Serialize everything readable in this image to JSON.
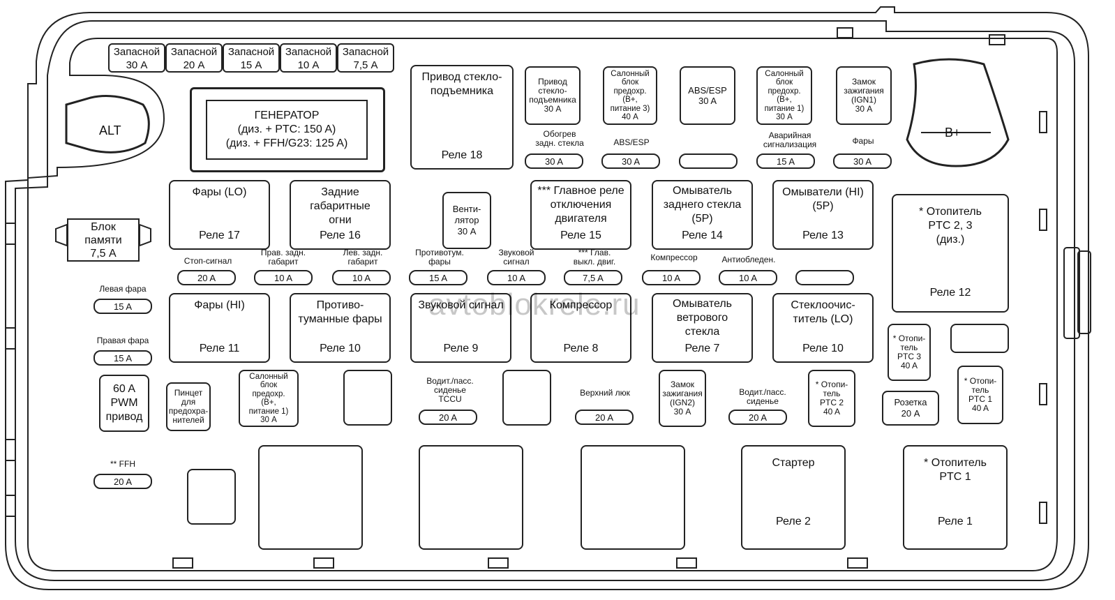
{
  "watermark": "avtoblokrele.ru",
  "terminals": {
    "alt": "ALT",
    "bplus": "B+"
  },
  "spares": [
    {
      "name": "Запасной",
      "amp": "30 A"
    },
    {
      "name": "Запасной",
      "amp": "20 A"
    },
    {
      "name": "Запасной",
      "amp": "15 A"
    },
    {
      "name": "Запасной",
      "amp": "10 A"
    },
    {
      "name": "Запасной",
      "amp": "7,5 A"
    }
  ],
  "generator": "ГЕНЕРАТОР\n(диз. + PTC: 150 A)\n(диз. + FFH/G23: 125 A)",
  "memory_block": "Блок\nпамяти\n7,5 A",
  "relays": {
    "r18": {
      "title": "Привод стекло-\nподъемника",
      "num": "Реле 18"
    },
    "r17": {
      "title": "Фары (LO)",
      "num": "Реле 17"
    },
    "r16": {
      "title": "Задние\nгабаритные\nогни",
      "num": "Реле 16"
    },
    "r15": {
      "title": "*** Главное реле\nотключения\nдвигателя",
      "num": "Реле 15"
    },
    "r14": {
      "title": "Омыватель\nзаднего стекла\n(5P)",
      "num": "Реле 14"
    },
    "r13": {
      "title": "Омыватели (HI)\n(5P)",
      "num": "Реле 13"
    },
    "r12": {
      "title": "* Отопитель\nPTC 2, 3\n(диз.)",
      "num": "Реле 12"
    },
    "r11": {
      "title": "Фары (HI)",
      "num": "Реле 11"
    },
    "r10a": {
      "title": "Противо-\nтуманные фары",
      "num": "Реле 10"
    },
    "r9": {
      "title": "Звуковой сигнал",
      "num": "Реле 9"
    },
    "r8": {
      "title": "Компрессор",
      "num": "Реле 8"
    },
    "r7": {
      "title": "Омыватель\nветрового\nстекла",
      "num": "Реле 7"
    },
    "r10b": {
      "title": "Стеклоочис-\nтитель (LO)",
      "num": "Реле 10"
    },
    "r2": {
      "title": "Стартер",
      "num": "Реле 2"
    },
    "r1": {
      "title": "* Отопитель\nPTC 1",
      "num": "Реле 1"
    }
  },
  "minis": {
    "window": "Привод\nстекло-\nподъемника\n30 A",
    "cabin3": "Салонный\nблок\nпредохр.\n(B+,\nпитание 3)\n40 A",
    "absesp": "ABS/ESP\n30 A",
    "cabin1_top": "Салонный\nблок\nпредохр.\n(B+,\nпитание 1)\n30 A",
    "ign1": "Замок\nзажигания\n(IGN1)\n30 A",
    "fan": "Венти-\nлятор\n30 A",
    "pwm": "60 A\nPWM\nпривод",
    "tweezers": "Пинцет\nдля\nпредохра-\nнителей",
    "cabin1_bot": "Салонный\nблок\nпредохр.\n(B+,\nпитание 1)\n30 A",
    "ign2": "Замок\nзажигания\n(IGN2)\n30 A",
    "ptc2": "* Отопи-\nтель\nPTC 2\n40 A",
    "ptc3": "* Отопи-\nтель\nPTC 3\n40 A",
    "socket": "Розетка\n20 A",
    "ptc1": "* Отопи-\nтель\nPTC 1\n40 A"
  },
  "fuses": {
    "rear_heat": {
      "label": "Обогрев\nзадн. стекла",
      "amp": "30 A"
    },
    "abs": {
      "label": "ABS/ESP",
      "amp": "30 A"
    },
    "hazard": {
      "label": "Аварийная\nсигнализация",
      "amp": "15 A"
    },
    "lights": {
      "label": "Фары",
      "amp": "30 A"
    },
    "stop": {
      "label": "Стоп-сигнал",
      "amp": "20 A"
    },
    "rpos": {
      "label": "Прав. задн.\nгабарит",
      "amp": "10 A"
    },
    "lpos": {
      "label": "Лев. задн.\nгабарит",
      "amp": "10 A"
    },
    "fog": {
      "label": "Противотум.\nфары",
      "amp": "15 A"
    },
    "horn": {
      "label": "Звуковой\nсигнал",
      "amp": "10 A"
    },
    "main": {
      "label": "*** Глав.\nвыкл. двиг.",
      "amp": "7,5 A"
    },
    "comp": {
      "label": "Компрессор",
      "amp": "10 A"
    },
    "anti": {
      "label": "Антиобледен.",
      "amp": "10 A"
    },
    "lhead": {
      "label": "Левая фара",
      "amp": "15 A"
    },
    "rhead": {
      "label": "Правая фара",
      "amp": "15 A"
    },
    "tccu": {
      "label": "Водит./пасс.\nсиденье\nTCCU",
      "amp": "20 A"
    },
    "sunroof": {
      "label": "Верхний люк",
      "amp": "20 A"
    },
    "seat": {
      "label": "Водит./пасс.\nсиденье",
      "amp": "20 A"
    },
    "ffh": {
      "label": "** FFH",
      "amp": "20 A"
    }
  }
}
